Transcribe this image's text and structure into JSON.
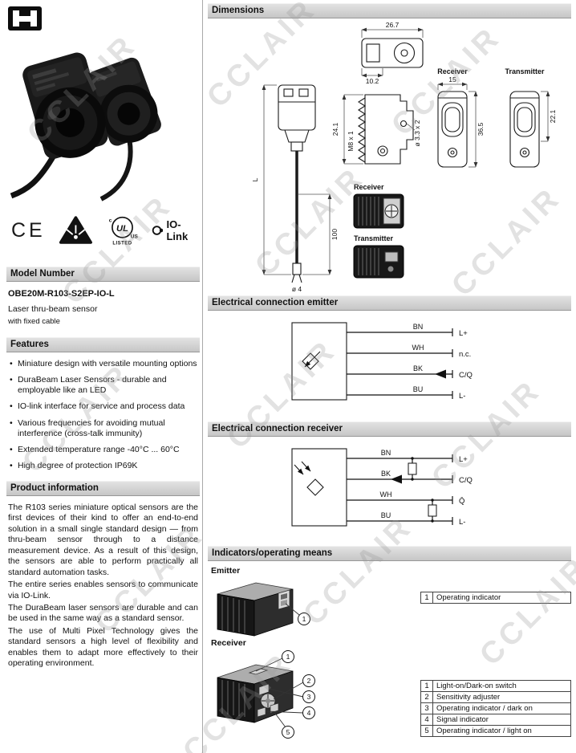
{
  "watermark": {
    "text": "CCLAIR"
  },
  "certs": {
    "ce": "CE",
    "ul_c": "c",
    "ul_main": "UL",
    "ul_us": "US",
    "ul_listed": "LISTED",
    "io_link": "IO-Link"
  },
  "left": {
    "model_header": "Model Number",
    "model_number": "OBE20M-R103-S2EP-IO-L",
    "model_desc1": "Laser thru-beam sensor",
    "model_desc2": "with fixed cable",
    "features_header": "Features",
    "features": [
      "Miniature design with versatile mounting options",
      "DuraBeam Laser Sensors - durable and employable like an LED",
      "IO-link interface for service and process data",
      "Various frequencies for avoiding mutual interference (cross-talk immunity)",
      "Extended temperature range -40°C ... 60°C",
      "High degree of protection IP69K"
    ],
    "product_info_header": "Product information",
    "product_info": [
      "The R103 series miniature optical sensors are the first devices of their kind to offer an end-to-end solution in a small single standard design — from thru-beam sensor through to a distance measurement device. As a result of this design, the sensors are able to perform practically all standard automation tasks.",
      "The entire series enables sensors to communicate via IO-Link.",
      "The DuraBeam laser sensors are durable and can be used in the same way as a standard sensor.",
      "The use of Multi Pixel Technology gives the standard sensors a high level of flexibility and enables them to adapt more effectively to their operating environment."
    ]
  },
  "dimensions": {
    "header": "Dimensions",
    "labels": {
      "width_top": "26.7",
      "width_inner": "10.2",
      "height_side": "24.1",
      "thread": "M8 x 1",
      "hole": "ø 3.3 x 2",
      "front_width": "15",
      "receiver_height": "36.5",
      "transmitter_height": "22.1",
      "cable_length": "L",
      "cable_section": "100",
      "cable_dia": "ø 4",
      "receiver": "Receiver",
      "transmitter": "Transmitter",
      "receiver_side": "Receiver",
      "transmitter_side": "Transmitter"
    }
  },
  "emitter_conn": {
    "header": "Electrical connection emitter",
    "wires": [
      {
        "color": "BN",
        "terminal": "L+"
      },
      {
        "color": "WH",
        "terminal": "n.c."
      },
      {
        "color": "BK",
        "terminal": "C/Q"
      },
      {
        "color": "BU",
        "terminal": "L-"
      }
    ]
  },
  "receiver_conn": {
    "header": "Electrical connection receiver",
    "wires": [
      {
        "color": "BN",
        "terminal": "L+"
      },
      {
        "color": "BK",
        "terminal": "C/Q"
      },
      {
        "color": "WH",
        "terminal": "Q̄"
      },
      {
        "color": "BU",
        "terminal": "L-"
      }
    ]
  },
  "indicators": {
    "header": "Indicators/operating means",
    "emitter_label": "Emitter",
    "receiver_label": "Receiver",
    "emitter_callouts": [
      "1"
    ],
    "receiver_callouts": [
      "1",
      "2",
      "3",
      "4",
      "5"
    ],
    "emitter_rows": [
      {
        "num": "1",
        "label": "Operating indicator"
      }
    ],
    "receiver_rows": [
      {
        "num": "1",
        "label": "Light-on/Dark-on switch"
      },
      {
        "num": "2",
        "label": "Sensitivity adjuster"
      },
      {
        "num": "3",
        "label": "Operating indicator / dark on"
      },
      {
        "num": "4",
        "label": "Signal indicator"
      },
      {
        "num": "5",
        "label": "Operating indicator / light on"
      }
    ]
  }
}
